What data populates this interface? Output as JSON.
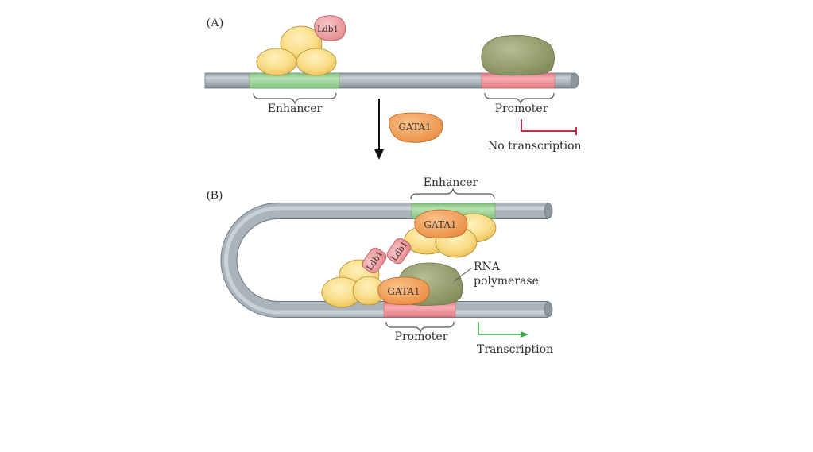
{
  "panels": {
    "a": {
      "label": "(A)",
      "enhancer_label": "Enhancer",
      "promoter_label": "Promoter",
      "ldb1_label": "Ldb1",
      "gata1_free_label": "GATA1",
      "outcome_label": "No transcription"
    },
    "b": {
      "label": "(B)",
      "enhancer_label": "Enhancer",
      "promoter_label": "Promoter",
      "gata1_top_label": "GATA1",
      "gata1_bottom_label": "GATA1",
      "ldb1_left_label": "Ldb1",
      "ldb1_right_label": "Ldb1",
      "rna_pol_label_line1": "RNA",
      "rna_pol_label_line2": "polymerase",
      "outcome_label": "Transcription"
    }
  },
  "colors": {
    "dna": "#a9b3bb",
    "dna_dark": "#7f8a93",
    "enhancer": "#9fd49a",
    "promoter": "#f08f97",
    "yellow_protein": "#f9dc86",
    "ldb1": "#f2a3a6",
    "gata1": "#f3a25a",
    "rna_polymerase": "#9aa374",
    "no_transcription": "#c0304d",
    "transcription": "#3aa845"
  }
}
